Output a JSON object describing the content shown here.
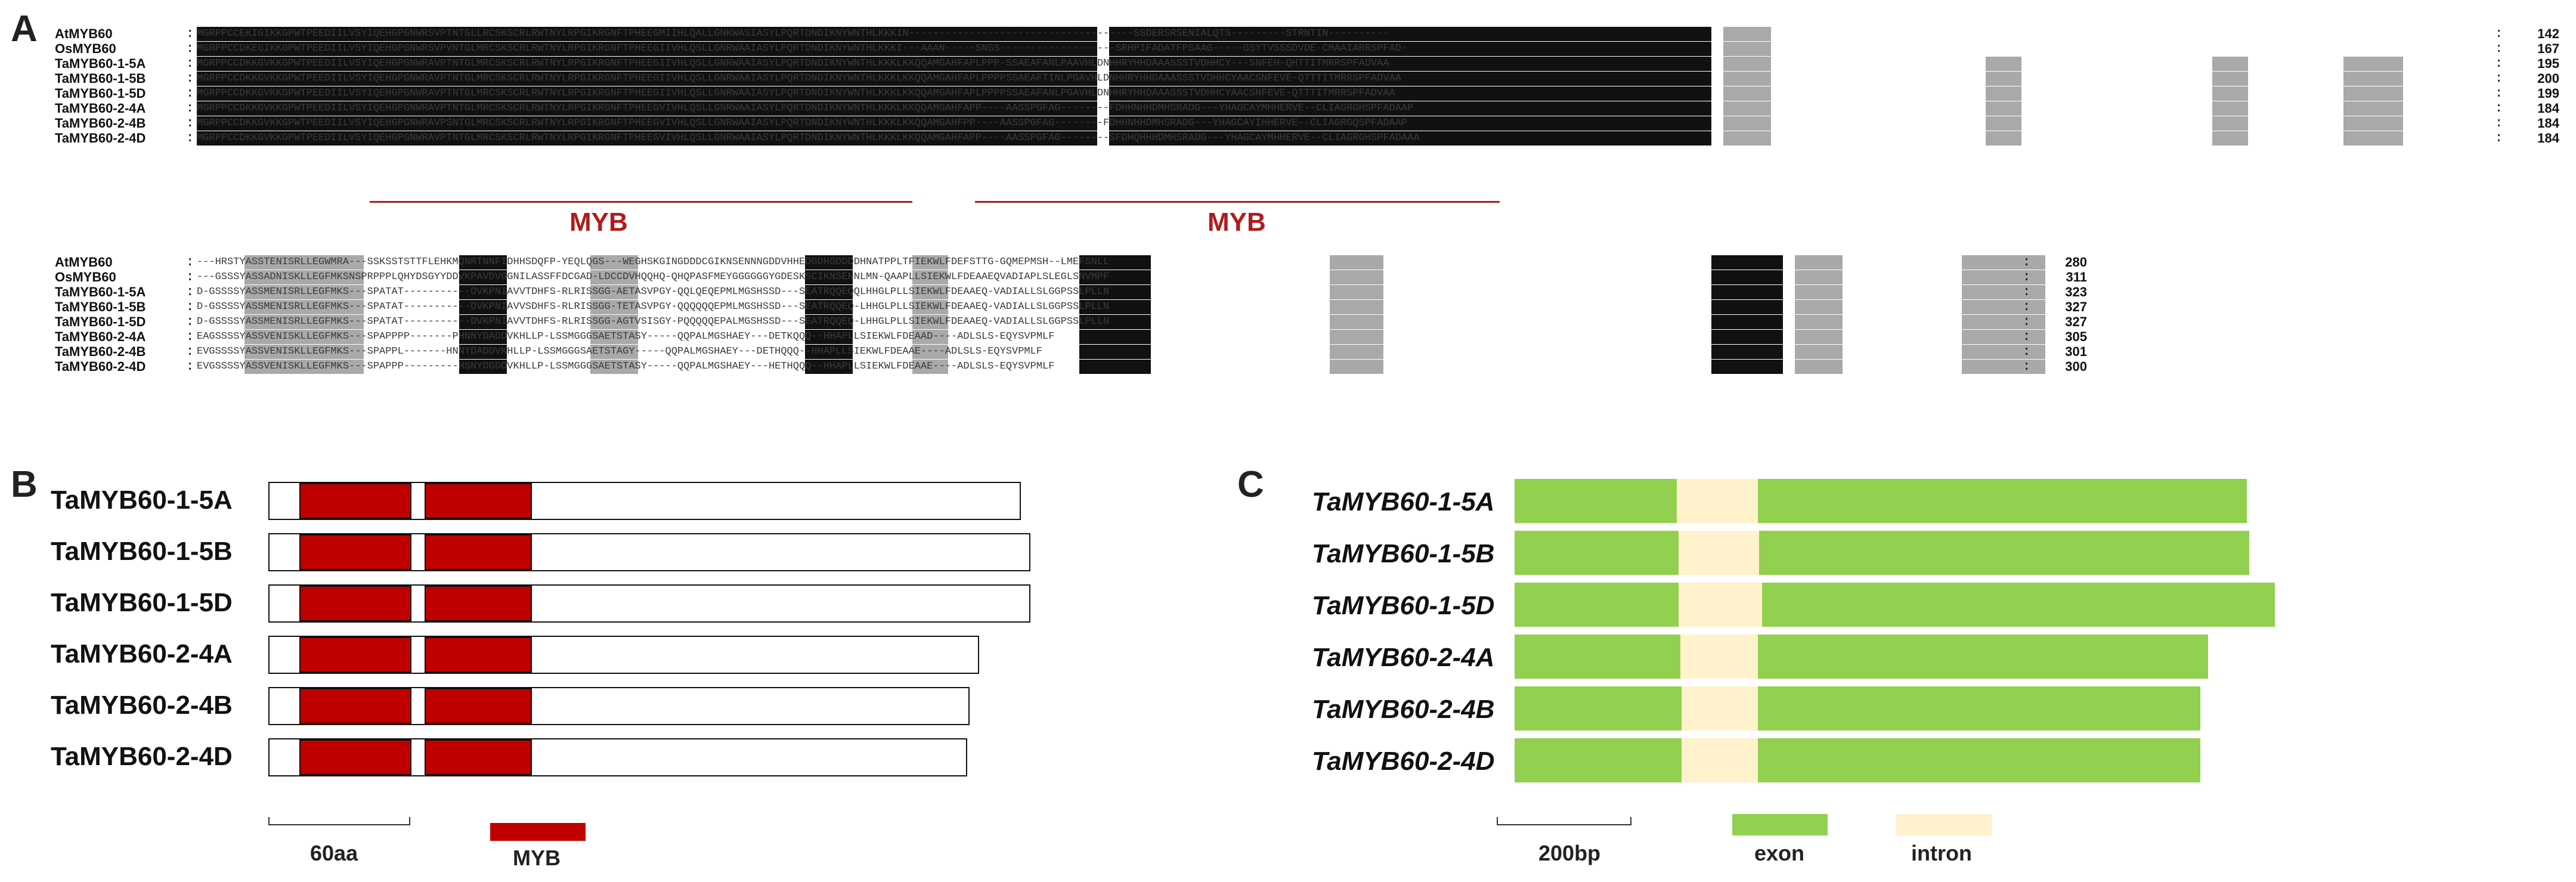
{
  "panels": {
    "a": "A",
    "b": "B",
    "c": "C"
  },
  "alignment": {
    "block1": [
      {
        "name": "AtMYB60",
        "seq": "MGRPPCCEKIGIKKGPWTPEEDIILVSYIQEHGPGNWRSVPTNTGLLRCSKSCRLRWTNYLRPGIKRGNFTPHEEGMIIHLQALLGNKWASIASYLPQRTDNDIKNYWNTHLKKKIN-------------------------------------SSDERSRSENIALQTS---------STRNTIN----------",
        "num": "142"
      },
      {
        "name": "OsMYB60",
        "seq": "MGRPPCCDKEGIKKGPWTPEEDIILVSYIQEHGPGNWRSVPVNTGLMRCSKSCRLRWTNYLRPGIKRGNFTPHEEGIIVHLQSLLGNRWAAIASYLPQRTDNDIKNYWNTHLKKKI---AAAN-----SNGS-------------------SRHPIFADATFPSAAG-----GSYTVSSSDVDE-CMAAIARRSPFAD-",
        "num": "167"
      },
      {
        "name": "TaMYB60-1-5A",
        "seq": "MGRPPCCDKKGVKKGPWTPEEDIILVSYIQEHGPGNWRAVPTNTGLMRCSKSCRLRWTNYLRPGIKRGNFTPHEEGIIVHLQSLLGNRWAAIASYLPQRTDNDIKNYWNTHLKKKLKKQQAMGAHFAPLPPP-SSAEAFANLPAAVHLDNHHRYHHDAAASSSTVDHHCY---SNFEH-QHTTITMRRSPFADVAA",
        "num": "195"
      },
      {
        "name": "TaMYB60-1-5B",
        "seq": "MGRPPCCDKKGVKKGPWTPEEDIILVSYIQEHGPGNWRAVPTNTGLMRCSKSCRLRWTNYLRPGIKRGNFTPHEEGIIVHLQSLLGNRWAAIASYLPQRTDNDIKNYWNTHLKKKLKKQQAMGAHFAPLPPPPSSAEAFTINLPGAVHLDNHHRYHHDAAASSSTVDHHCYAACSNFEVE-QTTTITMRRSPFADVAA",
        "num": "200"
      },
      {
        "name": "TaMYB60-1-5D",
        "seq": "MGRPPCCDKKGVKKGPWTPEEDIILVSYIQEHGPGNWRAVPTNTGLMRCSKSCRLRWTNYLRPGIKRGNFTPHEEGIIVHLQSLLGNRWAAIASYLPQRTDNDIKNYWNTHLKKKLKKQQAMGAHFAPLPPPPSSAEAFANLPGAVHLDNHHRYHHDAAASSSTVDHHCYAACSNFEVE-QTTTITMRRSPFADVAA",
        "num": "199"
      },
      {
        "name": "TaMYB60-2-4A",
        "seq": "MGRPPCCDKKGVKKGPWTPEEDIILVSYIQEHGPGNWRAVPTNTGLMRCSKSCRLRWTNYLRPGIKRGNFTPHEEGVIVHLQSLLGNRWAAIASYLPQRTDNDIKNYWNTHLKKKLKKQQAMGAHFAPP----AASSPGFAG--------FDHHNHHDMHSRADG---YHAGCAYMHHERVE--CLIAGRGHSPFADAAP",
        "num": "184"
      },
      {
        "name": "TaMYB60-2-4B",
        "seq": "MGRPPCCDKKGVKKGPWTPEEDIILVSYIQEHGPGNWRAVPSNTGLMRCSKSCRLRWTNYLRPGIKRGNFTPHEEGVIVHLQSLLGNRWAAIASYLPQRTDNDIKNYWNTHLKKKLKKQQAMGAHFPP----AASSPGFAG--------FDHHNHHDMHSRADG---YHAGCAYIHHERVE--CLIAGRGQSPFADAAP",
        "num": "184"
      },
      {
        "name": "TaMYB60-2-4D",
        "seq": "MGRPPCCDKKGVKKGPWTPEEDIILVSYIQEHGPGNWRAVPTNTGLMRCSKSCRLRWTNYLRPGIKRGNFTPHEEGVIVHLQSLLGNRWAAIASYLPQRTDNDIKNYWNTHLKKKLKKQQAMGAHFAPP----AASSPGFAG--------SFDHQHHHDMHSRADG---YHAGCAYMHHERVE--CLIAGRGHSPFADAAA",
        "num": "184"
      }
    ],
    "block2": [
      {
        "name": "AtMYB60",
        "seq": "---HRSTYASSTENISRLLEGWMRA---SSKSSTSTTFLEHKMQNRTNNFIDHHSDQFP-YEQLQGS---WEGHSKGINGDDDCGIKNSENNNGDDVHHEDGDHGDDDDHNATPPLTFIEKWLFDEFSTTG-GQMEPMSH--LMEFSNLL",
        "num": "280"
      },
      {
        "name": "OsMYB60",
        "seq": "---GSSSYASSADNISKLLEGFMKSNSPRPPPLQHYDSGYYDDVKPAVDVGGNILASSFFDCGAD-LDCCDVHQQHQ-QHQPASFMEYGGGGGGYGDESKSCIKNSENNLMN-QAAPLLSIEKWLFDEAAEQVADIAPLSLEGLSNVMPF",
        "num": "311"
      },
      {
        "name": "TaMYB60-1-5A",
        "seq": "D-GSSSSYASSMENISRLLEGFMKS---SPATAT-----------DVKPNIAVVTDHFS-RLRISSGG-AETASVPGY-QQLQEQEPMLMGSHSSD---SEATRQQEQQLHHGLPLLSIEKWLFDEAAEQ-VADIALLSLGGPSSLPLLN",
        "num": "323"
      },
      {
        "name": "TaMYB60-1-5B",
        "seq": "D-GSSSSYASSMENISRLLEGFMKS---SPATAT-----------DVKPNIAVVSDHFS-RLRISSGG-TETASVPGY-QQQQQQEPMLMGSHSSD---SEATRQQEQ-LHHGLPLLSIEKWLFDEAAEQ-VADIALLSLGGPSSLPLLN",
        "num": "327"
      },
      {
        "name": "TaMYB60-1-5D",
        "seq": "D-GSSSSYASSMENISRLLEGFMKS---SPATAT-----------DVKPNIAVVTDHFS-RLRISSGG-AGTVSISGY-PQQQQQEPALMGSHSSD---SEATRQQEQ-LHHGLPLLSIEKWLFDEAAEQ-VADIALLSLGGPSSLPLLN",
        "num": "327"
      },
      {
        "name": "TaMYB60-2-4A",
        "seq": "EAGSSSSYASSVENISKLLEGFMKS---SPAPPPP-------PHNNYDADDVKHLLP-LSSMGGGSAETSTASY-----QQPALMGSHAEY---DETKQQQ--HHAPLLSIEKWLFDEAAD----ADLSLS-EQYSVPMLF",
        "num": "305"
      },
      {
        "name": "TaMYB60-2-4B",
        "seq": "EVGSSSSYASSVENISKLLEGFMKS---SPAPPL-------HNNYDADDVKHLLP-LSSMGGGSAETSTAGY-----QQPALMGSHAEY---DETHQQQ--HHAPLLSIEKWLFDEAAE----ADLSLS-EQYSVPMLF",
        "num": "301"
      },
      {
        "name": "TaMYB60-2-4D",
        "seq": "EVGSSSSYASSVENISKLLEGFMKS---SPAPPP---------HSNYDGDDVKHLLP-LSSMGGGSAETSTASY-----QQPALMGSHAEY---HETHQQQ--HHAPLLSIEKWLFDEAAE----ADLSLS-EQYSVPMLF",
        "num": "300"
      }
    ],
    "myb_labels": [
      "MYB",
      "MYB"
    ]
  },
  "panel_b": {
    "rows": [
      {
        "name": "TaMYB60-1-5A",
        "length": 323
      },
      {
        "name": "TaMYB60-1-5B",
        "length": 327
      },
      {
        "name": "TaMYB60-1-5D",
        "length": 327
      },
      {
        "name": "TaMYB60-2-4A",
        "length": 305
      },
      {
        "name": "TaMYB60-2-4B",
        "length": 301
      },
      {
        "name": "TaMYB60-2-4D",
        "length": 300
      }
    ],
    "scale_label": "60aa",
    "legend_label": "MYB",
    "colors": {
      "domain": "#c00000",
      "bar": "#ffffff"
    }
  },
  "panel_c": {
    "rows": [
      {
        "name": "TaMYB60-1-5A"
      },
      {
        "name": "TaMYB60-1-5B"
      },
      {
        "name": "TaMYB60-1-5D"
      },
      {
        "name": "TaMYB60-2-4A"
      },
      {
        "name": "TaMYB60-2-4B"
      },
      {
        "name": "TaMYB60-2-4D"
      }
    ],
    "scale_label": "200bp",
    "legend": [
      {
        "label": "exon",
        "color": "#92d050"
      },
      {
        "label": "intron",
        "color": "#fff2cc"
      }
    ]
  }
}
